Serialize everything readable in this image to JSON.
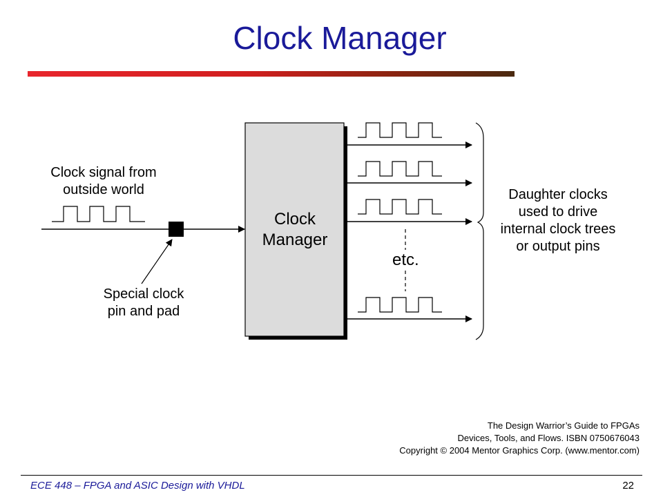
{
  "slide": {
    "title": "Clock Manager",
    "page_number": "22"
  },
  "diagram": {
    "input_label": [
      "Clock signal from",
      "outside world"
    ],
    "pin_label": [
      "Special clock",
      "pin and pad"
    ],
    "block_label": [
      "Clock",
      "Manager"
    ],
    "outputs_label": [
      "Daughter clocks",
      "used to drive",
      "internal clock trees",
      "or output pins"
    ],
    "etc_label": "etc."
  },
  "credit": {
    "lines": [
      "The Design Warrior’s Guide to FPGAs",
      "Devices, Tools, and Flows. ISBN 0750676043",
      "Copyright © 2004 Mentor Graphics Corp. (www.mentor.com)"
    ]
  },
  "footer": {
    "course": "ECE 448 – FPGA and ASIC Design with VHDL"
  },
  "colors": {
    "title": "#1a1a99",
    "bar_start": "#e8262d",
    "bar_end": "#4a2a10",
    "block_fill": "#dcdcdc"
  }
}
